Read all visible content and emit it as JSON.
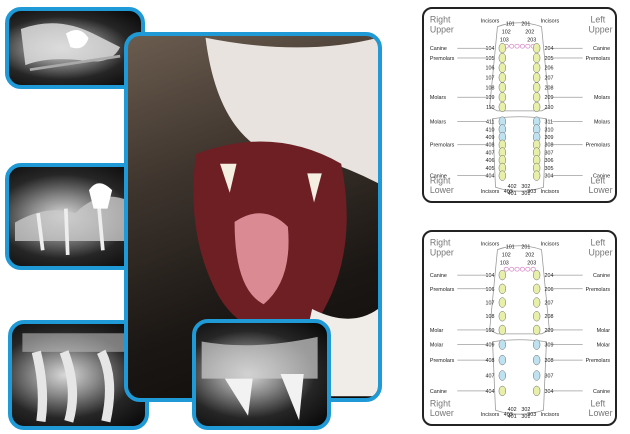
{
  "chart_upper": {
    "right_upper": [
      "Right",
      "Upper"
    ],
    "left_upper": [
      "Left",
      "Upper"
    ],
    "right_lower": [
      "Right",
      "Lower"
    ],
    "left_lower": [
      "Left",
      "Lower"
    ],
    "top_numbers": [
      "101",
      "201",
      "102",
      "202",
      "103",
      "203"
    ],
    "r_upper": [
      {
        "label": "Incisors",
        "num": ""
      },
      {
        "label": "Canine",
        "num": "104"
      },
      {
        "label": "Premolars",
        "num": "105"
      },
      {
        "label": "",
        "num": "106"
      },
      {
        "label": "",
        "num": "107"
      },
      {
        "label": "",
        "num": "108"
      },
      {
        "label": "Molars",
        "num": "109"
      },
      {
        "label": "",
        "num": "110"
      }
    ],
    "l_upper": [
      {
        "label": "Incisors",
        "num": ""
      },
      {
        "label": "Canine",
        "num": "204"
      },
      {
        "label": "Premolars",
        "num": "205"
      },
      {
        "label": "",
        "num": "206"
      },
      {
        "label": "",
        "num": "207"
      },
      {
        "label": "",
        "num": "208"
      },
      {
        "label": "Molars",
        "num": "209"
      },
      {
        "label": "",
        "num": "210"
      }
    ],
    "r_lower": [
      {
        "label": "Molars",
        "num": "411"
      },
      {
        "label": "",
        "num": "410"
      },
      {
        "label": "",
        "num": "409"
      },
      {
        "label": "Premolars",
        "num": "408"
      },
      {
        "label": "",
        "num": "407"
      },
      {
        "label": "",
        "num": "406"
      },
      {
        "label": "",
        "num": "405"
      },
      {
        "label": "Canine",
        "num": "404"
      },
      {
        "label": "Incisors",
        "num": "403"
      }
    ],
    "l_lower": [
      {
        "label": "Molars",
        "num": "311"
      },
      {
        "label": "",
        "num": "310"
      },
      {
        "label": "",
        "num": "309"
      },
      {
        "label": "Premolars",
        "num": "308"
      },
      {
        "label": "",
        "num": "307"
      },
      {
        "label": "",
        "num": "306"
      },
      {
        "label": "",
        "num": "305"
      },
      {
        "label": "Canine",
        "num": "304"
      },
      {
        "label": "Incisors",
        "num": "303"
      }
    ],
    "bottom_numbers": [
      "402",
      "302",
      "401",
      "301"
    ]
  },
  "chart_lower": {
    "right_upper": [
      "Right",
      "Upper"
    ],
    "left_upper": [
      "Left",
      "Upper"
    ],
    "right_lower": [
      "Right",
      "Lower"
    ],
    "left_lower": [
      "Left",
      "Lower"
    ],
    "top_numbers": [
      "101",
      "201",
      "102",
      "202",
      "103",
      "203"
    ],
    "r_upper": [
      {
        "label": "Incisors",
        "num": ""
      },
      {
        "label": "Canine",
        "num": "104"
      },
      {
        "label": "Premolars",
        "num": "106"
      },
      {
        "label": "",
        "num": "107"
      },
      {
        "label": "",
        "num": "108"
      },
      {
        "label": "Molar",
        "num": "109"
      }
    ],
    "l_upper": [
      {
        "label": "Incisors",
        "num": ""
      },
      {
        "label": "Canine",
        "num": "204"
      },
      {
        "label": "Premolars",
        "num": "206"
      },
      {
        "label": "",
        "num": "207"
      },
      {
        "label": "",
        "num": "208"
      },
      {
        "label": "Molar",
        "num": "209"
      }
    ],
    "r_lower": [
      {
        "label": "Molar",
        "num": "409"
      },
      {
        "label": "Premolars",
        "num": "408"
      },
      {
        "label": "",
        "num": "407"
      },
      {
        "label": "Canine",
        "num": "404"
      },
      {
        "label": "Incisors",
        "num": "403"
      }
    ],
    "l_lower": [
      {
        "label": "Molar",
        "num": "309"
      },
      {
        "label": "Premolars",
        "num": "308"
      },
      {
        "label": "",
        "num": "307"
      },
      {
        "label": "Canine",
        "num": "304"
      },
      {
        "label": "Incisors",
        "num": "303"
      }
    ],
    "bottom_numbers": [
      "402",
      "302",
      "401",
      "301"
    ]
  },
  "colors": {
    "frame_blue": "#1f9ad6",
    "tooth_yellow": "#e8efa8",
    "tooth_blue": "#bfe2f0",
    "tooth_pink": "#d98ec7"
  }
}
